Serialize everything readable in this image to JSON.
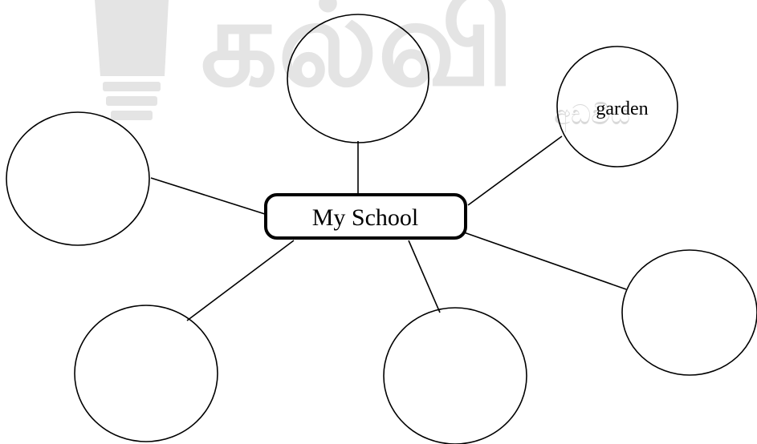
{
  "diagram": {
    "center": {
      "label": "My School"
    },
    "bubbles": [
      {
        "id": "top",
        "label": ""
      },
      {
        "id": "top-right",
        "label": "garden"
      },
      {
        "id": "left",
        "label": ""
      },
      {
        "id": "right",
        "label": ""
      },
      {
        "id": "bottom-left",
        "label": ""
      },
      {
        "id": "bottom-middle",
        "label": ""
      }
    ]
  },
  "watermark": {
    "brand_text": "கல்வி",
    "sub_text": "අඩවිය",
    "color": "#d6d6d6"
  }
}
